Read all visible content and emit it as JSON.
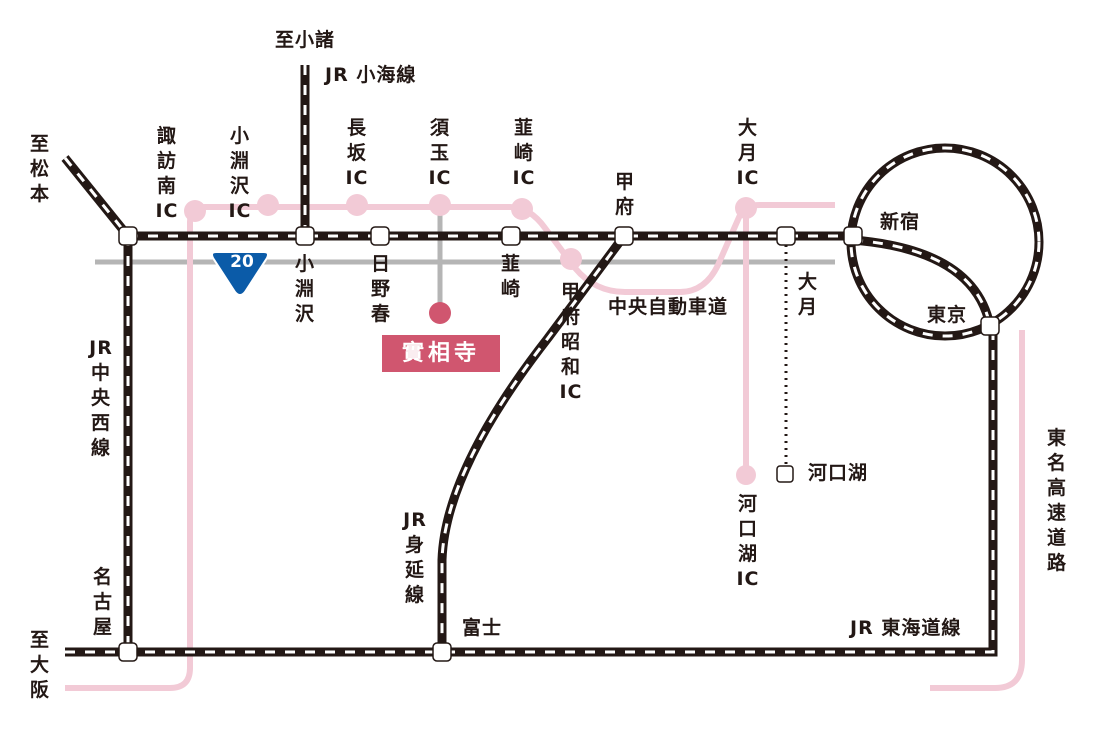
{
  "destinations": {
    "komoro": "至小諸",
    "matsumoto": "至松本",
    "osaka": "至大阪"
  },
  "lines": {
    "koumi": "JR 小海線",
    "chuo_west": "JR\n中\n央\n西\n線",
    "minobu": "JR\n身\n延\n線",
    "tokaido": "JR 東海道線",
    "chuo_expressway": "中央自動車道",
    "tomei": "東\n名\n高\n速\n道\n路"
  },
  "interchanges": {
    "suwa_minami": "諏\n訪\n南\nIC",
    "kobuchizawa": "小\n淵\n沢\nIC",
    "nagasaka": "長\n坂\nIC",
    "sutama": "須\n玉\nIC",
    "nirasaki": "韮\n崎\nIC",
    "otsuki": "大\n月\nIC",
    "kofu_showa": "甲\n府\n昭\n和\nIC",
    "kawaguchiko": "河\n口\n湖\nIC"
  },
  "stations": {
    "kofu": "甲\n府",
    "shinjuku": "新宿",
    "tokyo": "東京",
    "kobuchizawa": "小\n淵\n沢",
    "hinoharu": "日\n野\n春",
    "nirasaki": "韮\n崎",
    "otsuki": "大\n月",
    "kawaguchiko": "河口湖",
    "fuji": "富士",
    "nagoya": "名\n古\n屋"
  },
  "route_shield": "20",
  "destination": "實相寺",
  "colors": {
    "rail": "#231815",
    "expressway": "#f2cad6",
    "road": "#b5b5b5",
    "destination": "#d0566f",
    "shield": "#0b5ba8"
  }
}
